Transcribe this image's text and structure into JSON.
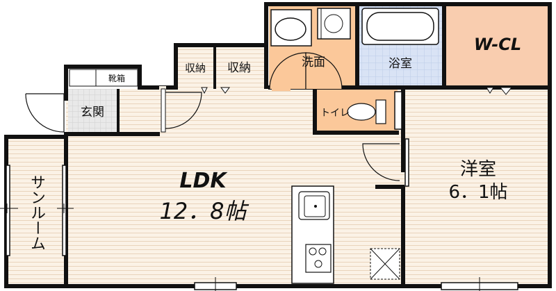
{
  "floor_plan": {
    "rooms": {
      "ldk": {
        "name": "LDK",
        "size": "12．8帖"
      },
      "western_room": {
        "name": "洋室",
        "size": "6．1帖"
      },
      "sunroom": {
        "name": "サンルーム"
      },
      "entrance": {
        "name": "玄関"
      },
      "shoe_box": {
        "name": "靴箱"
      },
      "storage_1": {
        "name": "収納"
      },
      "storage_2": {
        "name": "収納"
      },
      "washroom": {
        "name": "洗面"
      },
      "bathroom": {
        "name": "浴室"
      },
      "toilet": {
        "name": "トイレ"
      },
      "walk_in_closet": {
        "name": "W-CL"
      }
    },
    "colors": {
      "floor_wood": "#fbf2e6",
      "wood_line": "#e6cdb1",
      "wet_area": "#fbc89a",
      "bath_tile": "#d9e3f5",
      "closet": "#f9cdaf",
      "entrance_tile": "#e6e6e6",
      "wall": "#111111"
    }
  }
}
